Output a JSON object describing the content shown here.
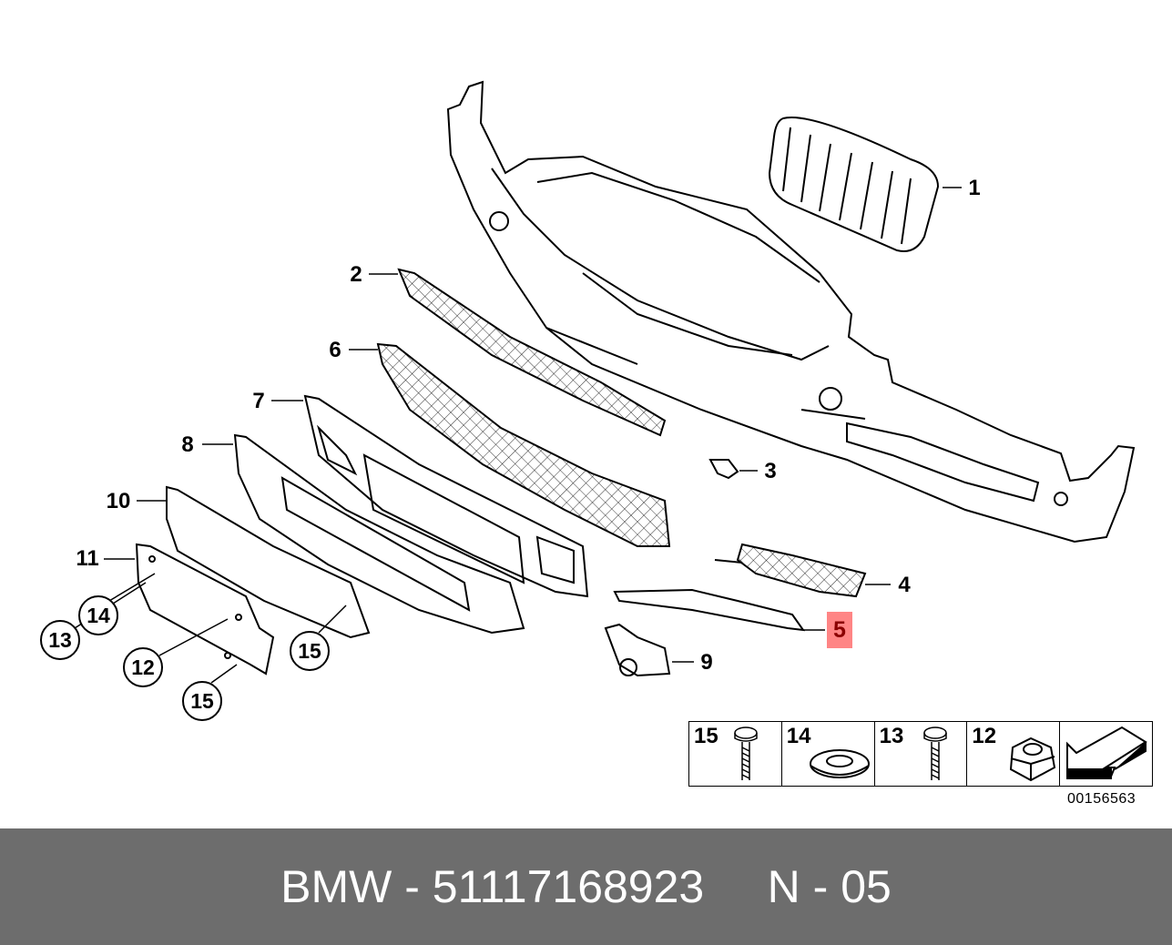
{
  "callouts": {
    "c1": "1",
    "c2": "2",
    "c3": "3",
    "c4": "4",
    "c5": "5",
    "c6": "6",
    "c7": "7",
    "c8": "8",
    "c9": "9",
    "c10": "10",
    "c11": "11",
    "c12": "12",
    "c13": "13",
    "c14": "14",
    "c15a": "15",
    "c15b": "15"
  },
  "highlight": {
    "part": "5",
    "color": "#ff8585",
    "text_color": "#8a0000"
  },
  "legend": {
    "items": [
      {
        "number": "15",
        "icon": "screw-icon"
      },
      {
        "number": "14",
        "icon": "washer-icon"
      },
      {
        "number": "13",
        "icon": "screw-icon"
      },
      {
        "number": "12",
        "icon": "nut-icon"
      },
      {
        "number": "",
        "icon": "arrow-icon"
      }
    ]
  },
  "diagram_number": "00156563",
  "footer": {
    "text": "BMW - 51117168923     N - 05"
  }
}
